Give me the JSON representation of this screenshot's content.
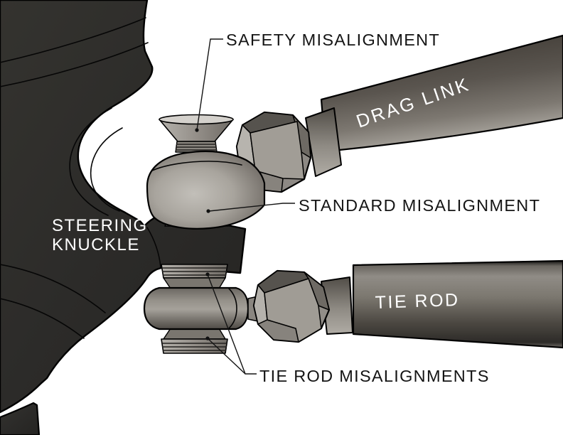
{
  "diagram": {
    "kind": "steering-linkage-technical-illustration",
    "background": "#ffffff",
    "labels": {
      "safety_misalignment": "SAFETY MISALIGNMENT",
      "drag_link": "DRAG LINK",
      "standard_misalignment": "STANDARD MISALIGNMENT",
      "steering_knuckle_line1": "STEERING",
      "steering_knuckle_line2": "KNUCKLE",
      "tie_rod": "TIE ROD",
      "tie_rod_misalignments": "TIE ROD MISALIGNMENTS"
    },
    "colors": {
      "annotation_text": "#141414",
      "on_part_text": "#ffffff",
      "leader_line": "#141414",
      "knuckle_dark": "#2c2b29",
      "part_gray_light": "#c2bfb9",
      "part_gray_mid": "#8f8b85",
      "part_gray_dark": "#55524c",
      "outline": "#000000"
    }
  }
}
